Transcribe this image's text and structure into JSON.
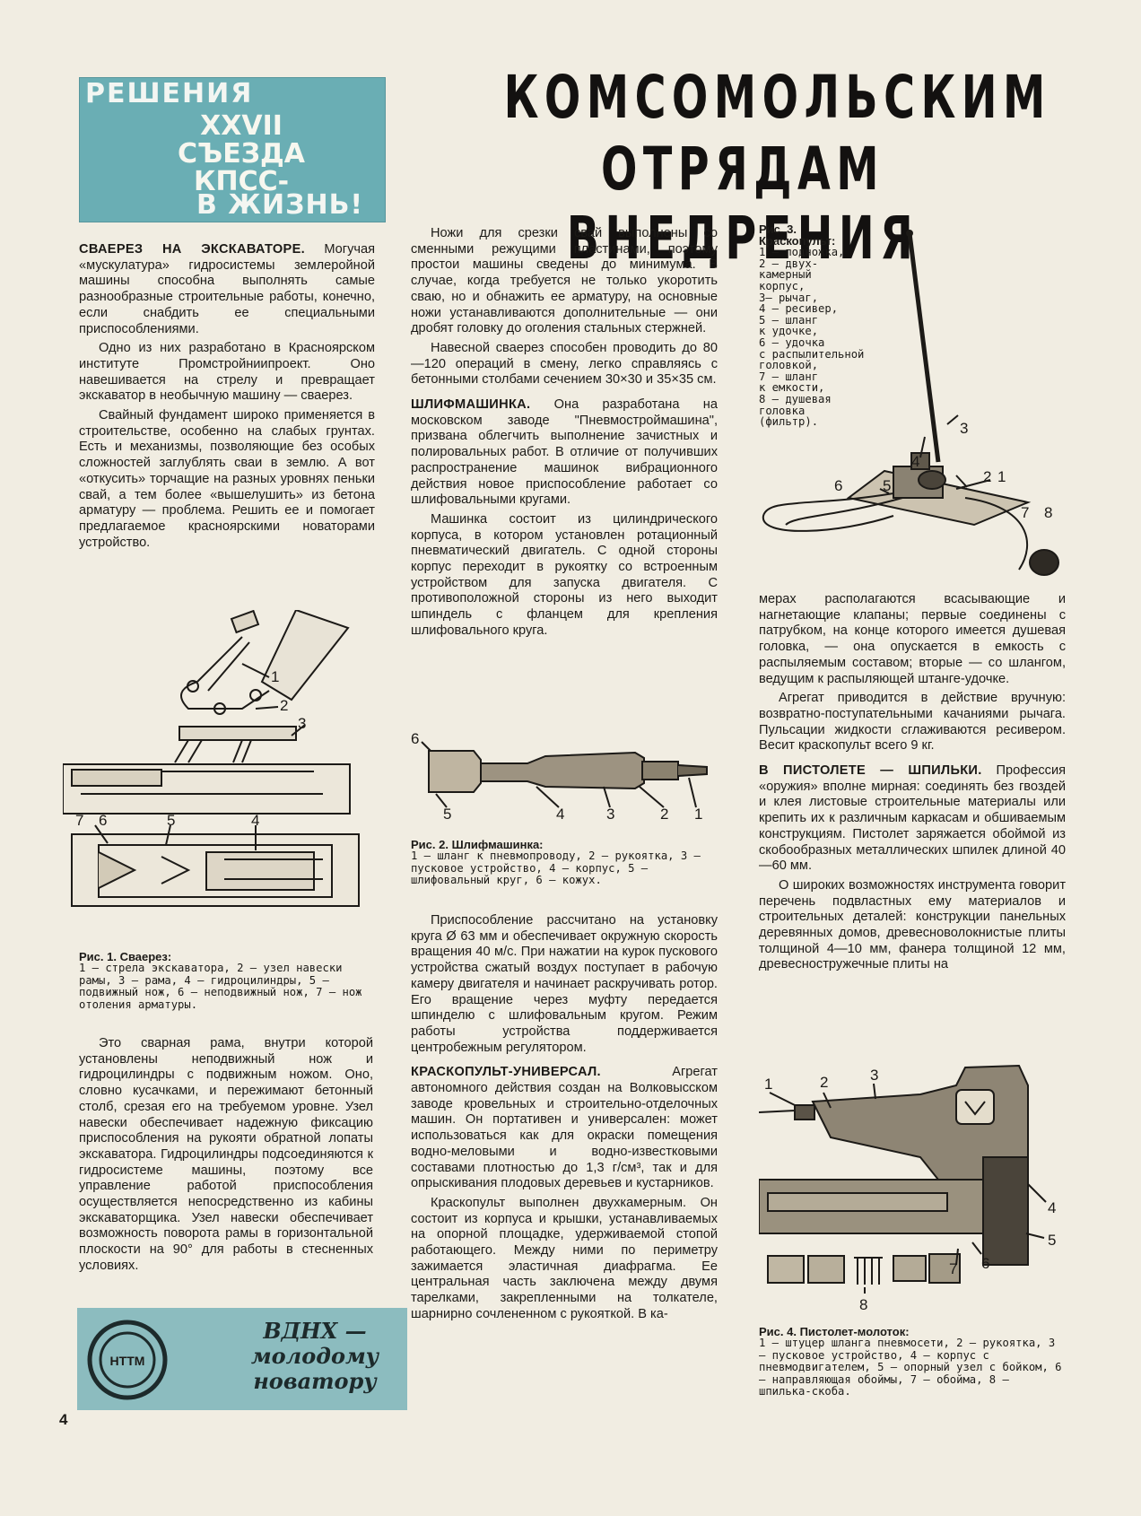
{
  "banner": {
    "line1": "РЕШЕНИЯ",
    "line2": "XXVII",
    "line3": "СЪЕЗДА",
    "line4": "КПСС-",
    "line5": "В ЖИЗНЬ!"
  },
  "headline": {
    "line1": "КОМСОМОЛЬСКИМ",
    "line2": "ОТРЯДАМ ВНЕДРЕНИЯ"
  },
  "col1": {
    "h1": "СВАЕРЕЗ НА ЭКСКАВАТОРЕ.",
    "p1": "Могучая «мускулатура» гидросистемы землеройной машины способна выполнять самые разнообразные строительные работы, конечно, если снабдить ее специальными приспособлениями.",
    "p2": "Одно из них разработано в Красноярском институте Промстройниипроект. Оно навешивается на стрелу и превращает экскаватор в необычную машину — сваерез.",
    "p3": "Свайный фундамент широко применяется в строительстве, особенно на слабых грунтах. Есть и механизмы, позволяющие без особых сложностей заглублять сваи в землю. А вот «откусить» торчащие на разных уровнях пеньки свай, а тем более «вышелушить» из бетона арматуру — проблема. Решить ее и помогает предлагаемое красноярскими новаторами устройство.",
    "fig1_title": "Рис. 1. Сваерез:",
    "fig1_text": "1 — стрела экскаватора, 2 — узел навески рамы, 3 — рама, 4 — гидроцилиндры, 5 — подвижный нож, 6 — неподвижный нож, 7 — нож отоления арматуры.",
    "p4": "Это сварная рама, внутри которой установлены неподвижный нож и гидроцилиндры с подвижным ножом. Оно, словно кусачками, и пережимают бетонный столб, срезая его на требуемом уровне. Узел навески обеспечивает надежную фиксацию приспособления на рукояти обратной лопаты экскаватора. Гидроцилиндры подсоединяются к гидросистеме машины, поэтому все управление работой приспособления осуществляется непосредственно из кабины экскаваторщика. Узел навески обеспечивает возможность поворота рамы в горизонтальной плоскости на 90° для работы в стесненных условиях."
  },
  "fig1_labels": {
    "l1": "1",
    "l2": "2",
    "l3": "3",
    "l4": "4",
    "l5": "5",
    "l6": "6",
    "l7": "7"
  },
  "col2": {
    "p1": "Ножи для срезки свай выполнены со сменными режущими пластинами, поэтому простои машины сведены до минимума. В случае, когда требуется не только укоротить сваю, но и обнажить ее арматуру, на основные ножи устанавливаются дополнительные — они дробят головку до оголения стальных стержней.",
    "p2": "Навесной сваерез способен проводить до 80—120 операций в смену, легко справляясь с бетонными столбами сечением 30×30 и 35×35 см.",
    "h2": "ШЛИФМАШИНКА.",
    "p3": "Она разработана на московском заводе \"Пневмостроймашина\", призвана облегчить выполнение зачистных и полировальных работ. В отличие от получивших распространение машинок вибрационного действия новое приспособление работает со шлифовальными кругами.",
    "p4": "Машинка состоит из цилиндрического корпуса, в котором установлен ротационный пневматический двигатель. С одной стороны корпус переходит в рукоятку со встроенным устройством для запуска двигателя. С противоположной стороны из него выходит шпиндель с фланцем для крепления шлифовального круга.",
    "fig2_title": "Рис. 2. Шлифмашинка:",
    "fig2_text": "1 — шланг к пневмопроводу, 2 — рукоятка, 3 — пусковое устройство, 4 — корпус, 5 — шлифовальный круг, 6 — кожух.",
    "p5": "Приспособление рассчитано на установку круга Ø 63 мм и обеспечивает окружную скорость вращения 40 м/с. При нажатии на курок пускового устройства сжатый воздух поступает в рабочую камеру двигателя и начинает раскручивать ротор. Его вращение через муфту передается шпинделю с шлифовальным кругом. Режим работы устройства поддерживается центробежным регулятором.",
    "h3": "КРАСКОПУЛЬТ-УНИВЕРСАЛ.",
    "p6": "Агрегат автономного действия создан на Волковысском заводе кровельных и строительно-отделочных машин. Он портативен и универсален: может использоваться как для окраски помещения водно-меловыми и водно-известковыми составами плотностью до 1,3 г/см³, так и для опрыскивания плодовых деревьев и кустарников.",
    "p7": "Краскопульт выполнен двухкамерным. Он состоит из корпуса и крышки, устанавливаемых на опорной площадке, удерживаемой стопой работающего. Между ними по периметру зажимается эластичная диафрагма. Ее центральная часть заключена между двумя тарелками, закрепленными на толкателе, шарнирно сочлененном с рукояткой. В ка-"
  },
  "fig2_labels": {
    "l1": "1",
    "l2": "2",
    "l3": "3",
    "l4": "4",
    "l5": "5",
    "l6": "6"
  },
  "col3": {
    "fig3_title": "Рис. 3.",
    "fig3_sub": "Краскопульт:",
    "fig3_items": [
      "1 — подножка,",
      "2 — двух-",
      "камерный",
      "корпус,",
      "3— рычаг,",
      "4 — ресивер,",
      "5 — шланг",
      "к удочке,",
      "6 — удочка",
      "с распылительной",
      "головкой,",
      "7 — шланг",
      "к емкости,",
      "8 — душевая",
      "головка",
      "(фильтр)."
    ],
    "p1": "мерах располагаются всасывающие и нагнетающие клапаны; первые соединены с патрубком, на конце которого имеется душевая головка, — она опускается в емкость с распыляемым составом; вторые — со шлангом, ведущим к распыляющей штанге-удочке.",
    "p2": "Агрегат приводится в действие вручную: возвратно-поступательными качаниями рычага. Пульсации жидкости сглаживаются ресивером. Весит краскопульт всего 9 кг.",
    "h4": "В ПИСТОЛЕТЕ — ШПИЛЬКИ.",
    "p3": "Профессия «оружия» вполне мирная: соединять без гвоздей и клея листовые строительные материалы или крепить их к различным каркасам и обшиваемым конструкциям. Пистолет заряжается обоймой из скобообразных металлических шпилек длиной 40—60 мм.",
    "p4": "О широких возможностях инструмента говорит перечень подвластных ему материалов и строительных деталей: конструкции панельных деревянных домов, древесноволокнистые плиты толщиной 4—10 мм, фанера толщиной 12 мм, древесностружечные плиты на",
    "fig4_title": "Рис. 4. Пистолет-молоток:",
    "fig4_text": "1 — штуцер шланга пневмосети, 2 — рукоятка, 3 — пусковое устройство, 4 — корпус с пневмодвигателем, 5 — опорный узел с бойком, 6 — направляющая обоймы, 7 — обойма, 8 — шпилька-скоба."
  },
  "fig3_labels": {
    "l1": "1",
    "l2": "2",
    "l3": "3",
    "l4": "4",
    "l5": "5",
    "l6": "6",
    "l7": "7",
    "l8": "8"
  },
  "fig4_labels": {
    "l1": "1",
    "l2": "2",
    "l3": "3",
    "l4": "4",
    "l5": "5",
    "l6": "6",
    "l7": "7",
    "l8": "8"
  },
  "vdnh": {
    "line1": "ВДНХ —",
    "line2": "молодому",
    "line3": "новатору",
    "emblem": "НТТМ"
  },
  "page_number": "4",
  "colors": {
    "banner": "#6aaeb4",
    "vdnh": "#8cbcbf",
    "ink": "#1c1a17",
    "paper": "#f1ede2"
  }
}
